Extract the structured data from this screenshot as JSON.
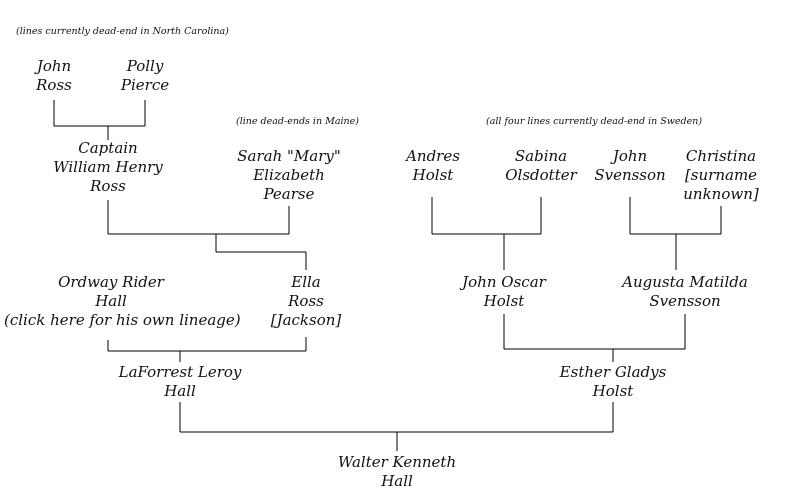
{
  "notes": {
    "north_carolina": "(lines currently dead-end in North Carolina)",
    "maine": "(line dead-ends in Maine)",
    "sweden": "(all four lines currently dead-end in Sweden)"
  },
  "people": {
    "john_ross": [
      "John",
      "Ross"
    ],
    "polly_pierce": [
      "Polly",
      "Pierce"
    ],
    "william_henry_ross": [
      "Captain",
      "William Henry",
      "Ross"
    ],
    "sarah_pearse": [
      "Sarah \"Mary\"",
      "Elizabeth",
      "Pearse"
    ],
    "andres_holst": [
      "Andres",
      "Holst"
    ],
    "sabina_olsdotter": [
      "Sabina",
      "Olsdotter"
    ],
    "john_svensson": [
      "John",
      "Svensson"
    ],
    "christina": [
      "Christina",
      "[surname",
      "unknown]"
    ],
    "ordway_hall": [
      "Ordway Rider",
      "Hall"
    ],
    "ordway_link": "(click here for his own lineage)",
    "ella_ross": [
      "Ella",
      "Ross",
      "[Jackson]"
    ],
    "john_oscar_holst": [
      "John Oscar",
      "Holst"
    ],
    "augusta_svensson": [
      "Augusta Matilda",
      "Svensson"
    ],
    "laforrest_hall": [
      "LaForrest Leroy",
      "Hall"
    ],
    "esther_holst": [
      "Esther Gladys",
      "Holst"
    ],
    "walter_hall": [
      "Walter Kenneth",
      "Hall"
    ]
  }
}
